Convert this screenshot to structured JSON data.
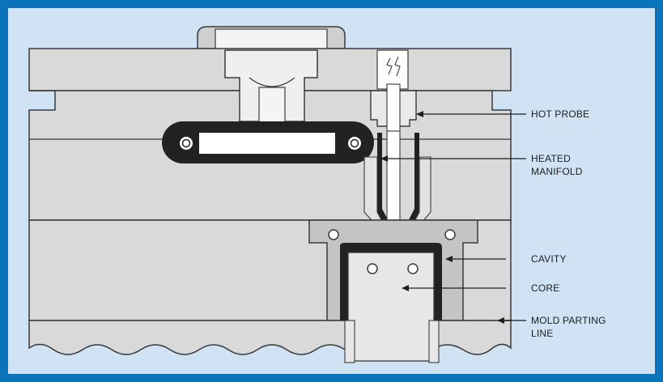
{
  "diagram": {
    "colors": {
      "frame_border": "#0b73b9",
      "background": "#cfe3f4",
      "mold_plate": "#d9d9d9",
      "mold_plate_dark": "#c4c4c4",
      "outline": "#3a3a3a",
      "heater_band": "#222222",
      "highlight": "#ffffff"
    },
    "labels": {
      "hot_probe": "HOT PROBE",
      "heated_manifold_line1": "HEATED",
      "heated_manifold_line2": "MANIFOLD",
      "cavity": "CAVITY",
      "core": "CORE",
      "mold_parting_line1": "MOLD PARTING",
      "mold_parting_line2": "LINE"
    }
  }
}
